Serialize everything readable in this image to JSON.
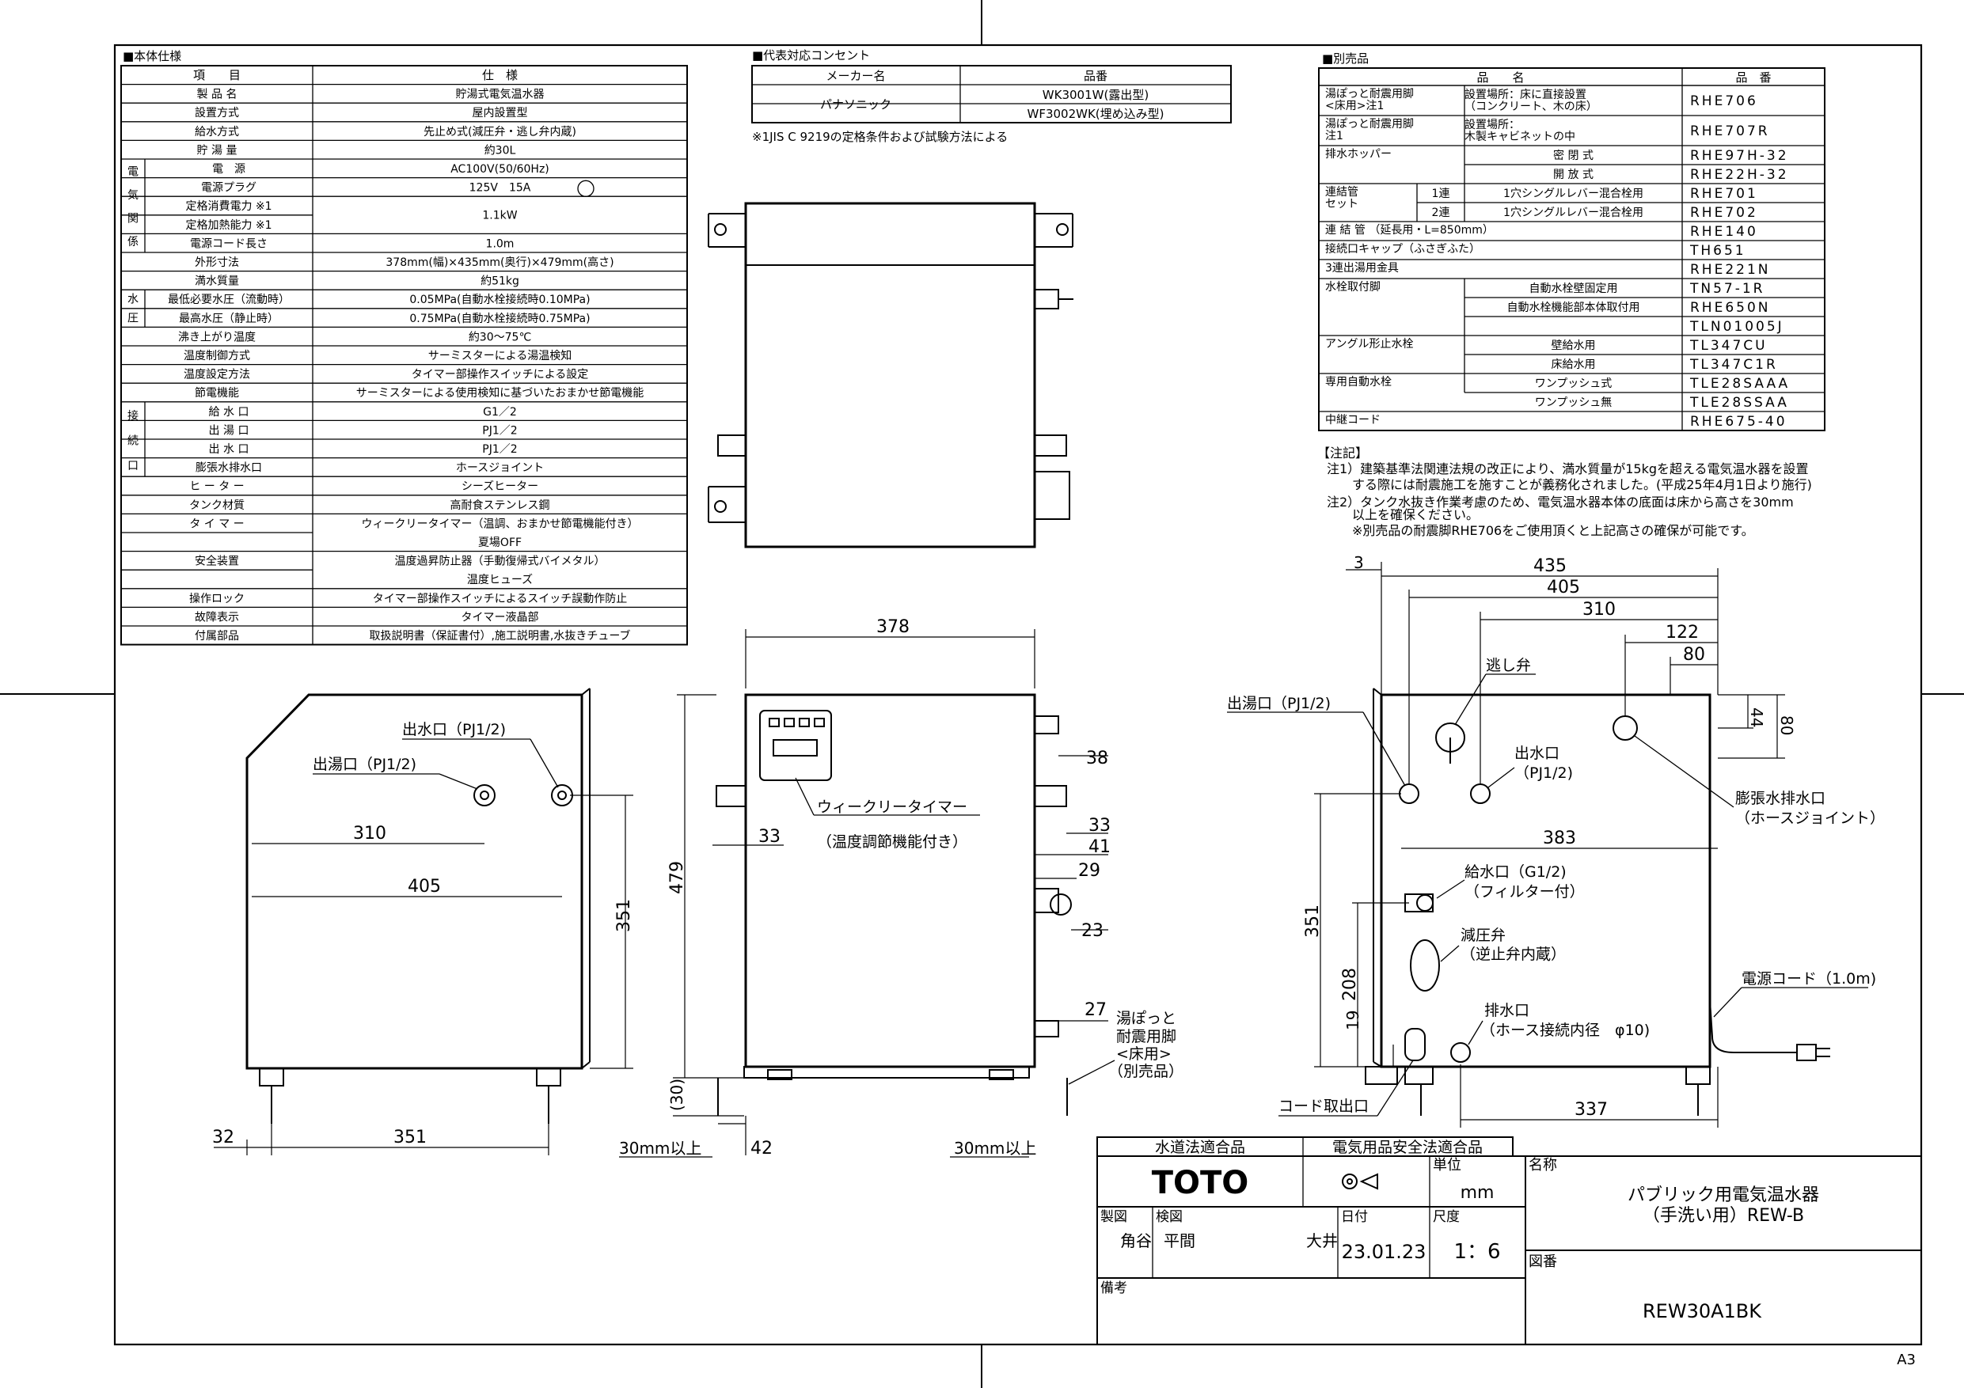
{
  "spec": {
    "heading": "■本体仕様",
    "col_item": "項　　目",
    "col_spec": "仕　様",
    "rows": [
      {
        "label": "製 品 名",
        "value": "貯湯式電気温水器"
      },
      {
        "label": "設置方式",
        "value": "屋内設置型"
      },
      {
        "label": "給水方式",
        "value": "先止め式(減圧弁・逃し弁内蔵)"
      },
      {
        "label": "貯 湯 量",
        "value": "約30L"
      },
      {
        "label": "電　源",
        "value": "AC100V(50/60Hz)"
      },
      {
        "label": "電源プラグ",
        "value": "125V　15A"
      },
      {
        "label": "定格消費電力 ※1",
        "value": "1.1kW"
      },
      {
        "label": "定格加熱能力 ※1",
        "value": ""
      },
      {
        "label": "電源コード長さ",
        "value": "1.0m"
      },
      {
        "label": "外形寸法",
        "value": "378mm(幅)×435mm(奥行)×479mm(高さ)"
      },
      {
        "label": "満水質量",
        "value": "約51kg"
      },
      {
        "label": "最低必要水圧（流動時）",
        "value": "0.05MPa(自動水栓接続時0.10MPa)"
      },
      {
        "label": "最高水圧（静止時）",
        "value": "0.75MPa(自動水栓接続時0.75MPa)"
      },
      {
        "label": "沸き上がり温度",
        "value": "約30～75℃"
      },
      {
        "label": "温度制御方式",
        "value": "サーミスターによる湯温検知"
      },
      {
        "label": "温度設定方法",
        "value": "タイマー部操作スイッチによる設定"
      },
      {
        "label": "節電機能",
        "value": "サーミスターによる使用検知に基づいたおまかせ節電機能"
      },
      {
        "label": "給 水 口",
        "value": "G1／2"
      },
      {
        "label": "出 湯 口",
        "value": "PJ1／2"
      },
      {
        "label": "出 水 口",
        "value": "PJ1／2"
      },
      {
        "label": "膨張水排水口",
        "value": "ホースジョイント"
      },
      {
        "label": "ヒ ー タ ー",
        "value": "シーズヒーター"
      },
      {
        "label": "タンク材質",
        "value": "高耐食ステンレス鋼"
      },
      {
        "label": "タ イ マ ー",
        "value": "ウィークリータイマー（温調、おまかせ節電機能付き）"
      },
      {
        "label": "",
        "value": "夏場OFF"
      },
      {
        "label": "安全装置",
        "value": "温度過昇防止器（手動復帰式バイメタル）"
      },
      {
        "label": "",
        "value": "温度ヒューズ"
      },
      {
        "label": "操作ロック",
        "value": "タイマー部操作スイッチによるスイッチ誤動作防止"
      },
      {
        "label": "故障表示",
        "value": "タイマー液晶部"
      },
      {
        "label": "付属部品",
        "value": "取扱説明書（保証書付）,施工説明書,水抜きチューブ"
      }
    ],
    "groups": {
      "electric": "電気関係",
      "pressure": "水圧",
      "connect": "接続口"
    }
  },
  "outlet": {
    "heading": "■代表対応コンセント",
    "col_maker": "メーカー名",
    "col_part": "品番",
    "maker": "パナソニック",
    "parts": [
      "WK3001W(露出型)",
      "WF3002WK(埋め込み型)"
    ],
    "note": "※1JIS C 9219の定格条件および試験方法による"
  },
  "options": {
    "heading": "■別売品",
    "col_name": "品　　名",
    "col_part": "品　番",
    "rows": [
      {
        "name": "湯ぽっと耐震用脚\n<床用>注1",
        "desc": "設置場所：床に直接設置\n（コンクリート、木の床）",
        "part": "RHE706"
      },
      {
        "name": "湯ぽっと耐震用脚\n注1",
        "desc": "設置場所：\n木製キャビネットの中",
        "part": "RHE707R"
      },
      {
        "name": "排水ホッパー",
        "desc": "密 閉 式",
        "part": "RHE97H-32"
      },
      {
        "name": "",
        "desc": "開 放 式",
        "part": "RHE22H-32"
      },
      {
        "name": "連結管\nセット",
        "sub": "1連",
        "desc": "1穴シングルレバー混合栓用",
        "part": "RHE701"
      },
      {
        "name": "",
        "sub": "2連",
        "desc": "1穴シングルレバー混合栓用",
        "part": "RHE702"
      },
      {
        "name": "連 結 管 （延長用・L=850mm）",
        "desc": "",
        "part": "RHE140"
      },
      {
        "name": "接続口キャップ（ふさぎふた）",
        "desc": "",
        "part": "TH651"
      },
      {
        "name": "3連出湯用金具",
        "desc": "",
        "part": "RHE221N"
      },
      {
        "name": "水栓取付脚",
        "desc": "自動水栓壁固定用",
        "part": "TN57-1R"
      },
      {
        "name": "",
        "desc": "自動水栓機能部本体取付用",
        "part": "RHE650N"
      },
      {
        "name": "",
        "desc": "",
        "part": "TLN01005J"
      },
      {
        "name": "アングル形止水栓",
        "desc": "壁給水用",
        "part": "TL347CU"
      },
      {
        "name": "",
        "desc": "床給水用",
        "part": "TL347C1R"
      },
      {
        "name": "専用自動水栓",
        "desc": "ワンプッシュ式",
        "part": "TLE28SAAA"
      },
      {
        "name": "",
        "desc": "ワンプッシュ無",
        "part": "TLE28SSAA"
      },
      {
        "name": "中継コード",
        "desc": "",
        "part": "RHE675-40"
      }
    ]
  },
  "notes": {
    "heading": "【注記】",
    "lines": [
      "注1）建築基準法関連法規の改正により、満水質量が15kgを超える電気温水器を設置",
      "　　する際には耐震施工を施すことが義務化されました。(平成25年4月1日より施行)",
      "注2）タンク水抜き作業考慮のため、電気温水器本体の底面は床から高さを30mm",
      "　　以上を確保ください。",
      "　　※別売品の耐震脚RHE706をご使用頂くと上記高さの確保が可能です。"
    ]
  },
  "drawing_left": {
    "labels": [
      "出水口（PJ1/2)",
      "出湯口（PJ1/2)"
    ],
    "dims": [
      "310",
      "405",
      "351",
      "32",
      "351"
    ]
  },
  "drawing_front": {
    "timer_label": "ウィークリータイマー",
    "timer_sub": "（温度調節機能付き）",
    "dims": [
      "378",
      "38",
      "33",
      "41",
      "29",
      "23",
      "27",
      "33",
      "479",
      "(30)",
      "42"
    ],
    "leg_label": [
      "湯ぽっと",
      "耐震用脚",
      "<床用>",
      "（別売品）"
    ],
    "floor_left": "30mm以上",
    "floor_right": "30mm以上"
  },
  "drawing_right": {
    "labels": {
      "relief": "逃し弁",
      "hot_out": "出湯口（PJ1/2)",
      "water_out": "出水口",
      "water_out2": "（PJ1/2)",
      "expansion": "膨張水排水口",
      "expansion2": "（ホースジョイント）",
      "supply": "給水口（G1/2)",
      "supply2": "（フィルター付）",
      "reducer": "減圧弁",
      "reducer2": "（逆止弁内蔵）",
      "cord": "電源コード（1.0m)",
      "drain": "排水口",
      "drain2": "（ホース接続内径　φ10)",
      "cord_out": "コード取出口"
    },
    "dims": [
      "3",
      "435",
      "405",
      "310",
      "122",
      "80",
      "44",
      "80",
      "383",
      "351",
      "208",
      "19",
      "337"
    ]
  },
  "title_block": {
    "approval1": "水道法適合品",
    "approval2": "電気用品安全法適合品",
    "brand": "TOTO",
    "unit_label": "単位",
    "unit": "mm",
    "name_label": "名称",
    "name1": "パブリック用電気温水器",
    "name2": "（手洗い用）REW-B",
    "made_label": "製図",
    "check_label": "検図",
    "date_label": "日付",
    "scale_label": "尺度",
    "maker1": "角谷",
    "maker2": "平間",
    "maker3": "大井",
    "date": "23.01.23",
    "scale": "1：6",
    "drawing_no_label": "図番",
    "remarks_label": "備考",
    "model": "REW30A1BK"
  },
  "sheet_size": "A3"
}
